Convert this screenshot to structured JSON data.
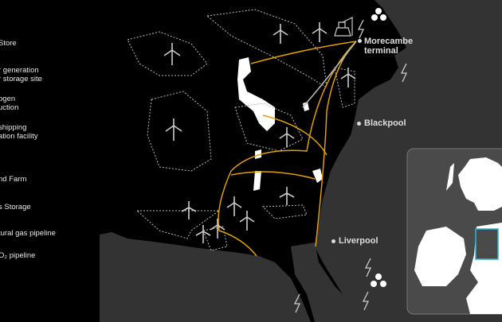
{
  "legend": {
    "items": [
      {
        "label": "Store"
      },
      {
        "label": "r generation\nr storage site"
      },
      {
        "label": "ogen\nuction"
      },
      {
        "label": "shipping\nation facility"
      },
      {
        "label": "nd Farm"
      },
      {
        "label": "s Storage"
      },
      {
        "label": "tural gas pipeline"
      },
      {
        "label": "O₂ pipeline"
      }
    ]
  },
  "map": {
    "places": [
      {
        "name": "Morecambe\nterminal"
      },
      {
        "name": "Blackpool"
      },
      {
        "name": "Liverpool"
      }
    ],
    "colors": {
      "sea": "#000000",
      "land": "#333333",
      "gas_pipeline": "#e0a000",
      "co2_pipeline": "#bbbbbb",
      "inset_box": "#29b6d6",
      "inset_land": "#ffffff",
      "inset_sea": "#4a4a4a"
    },
    "icons": [
      "wind-turbine-icon",
      "lightning-icon",
      "gas-storage-icon",
      "shipping-facility-icon"
    ]
  }
}
